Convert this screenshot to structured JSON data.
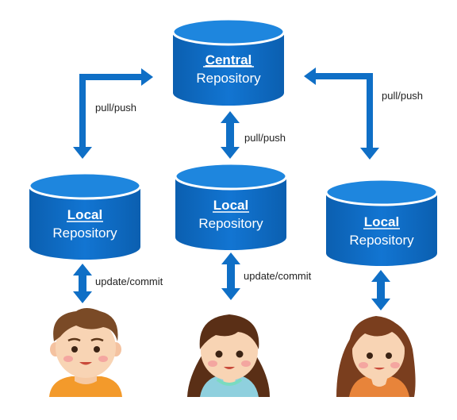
{
  "central": {
    "bold": "Central",
    "sub": "Repository"
  },
  "locals": [
    {
      "bold": "Local",
      "sub": "Repository"
    },
    {
      "bold": "Local",
      "sub": "Repository"
    },
    {
      "bold": "Local",
      "sub": "Repository"
    }
  ],
  "edges": {
    "left": "pull/push",
    "middle": "pull/push",
    "right": "pull/push",
    "user_left": "update/commit",
    "user_middle": "update/commit"
  },
  "users": [
    {
      "icon": "boy-avatar-icon"
    },
    {
      "icon": "girl-avatar-icon"
    },
    {
      "icon": "woman-avatar-icon"
    }
  ],
  "colors": {
    "repo": "#0F6FC6",
    "arrow": "#0F6FC6",
    "text_on_repo": "#ffffff",
    "label": "#222222"
  }
}
